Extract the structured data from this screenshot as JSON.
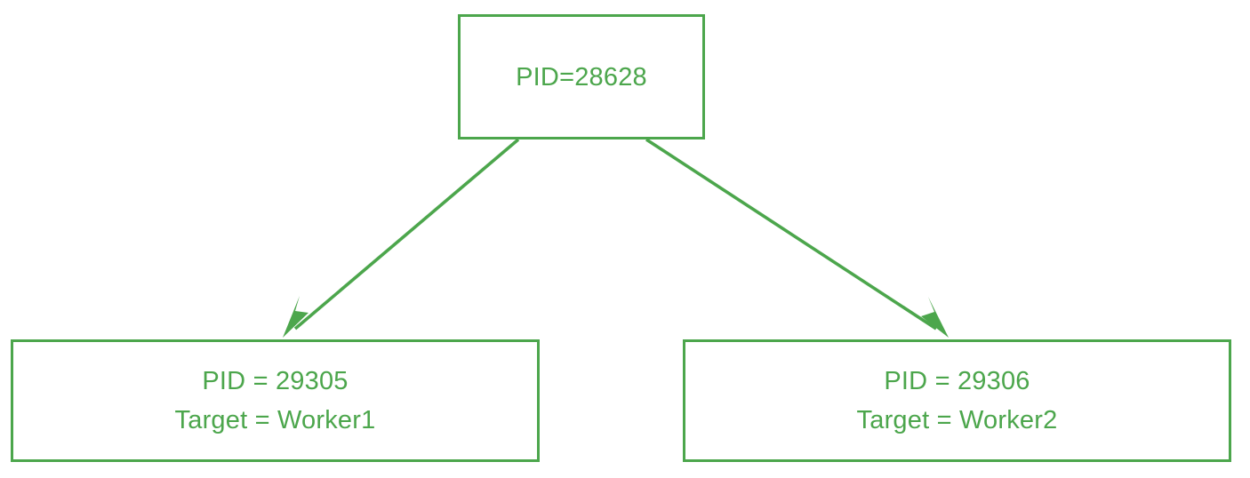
{
  "diagram": {
    "type": "process-tree",
    "accent_color": "#4CA64C",
    "background_color": "#FFFFFF",
    "nodes": [
      {
        "id": "parent",
        "role": "parent-process",
        "lines": [
          "PID=28628"
        ]
      },
      {
        "id": "child-left",
        "role": "child-process",
        "lines": [
          "PID = 29305",
          "Target = Worker1"
        ]
      },
      {
        "id": "child-right",
        "role": "child-process",
        "lines": [
          "PID = 29306",
          "Target = Worker2"
        ]
      }
    ],
    "edges": [
      {
        "id": "edge-parent-to-left",
        "from": "parent",
        "to": "child-left",
        "arrowhead": "filled-triangle"
      },
      {
        "id": "edge-parent-to-right",
        "from": "parent",
        "to": "child-right",
        "arrowhead": "filled-triangle"
      }
    ]
  }
}
